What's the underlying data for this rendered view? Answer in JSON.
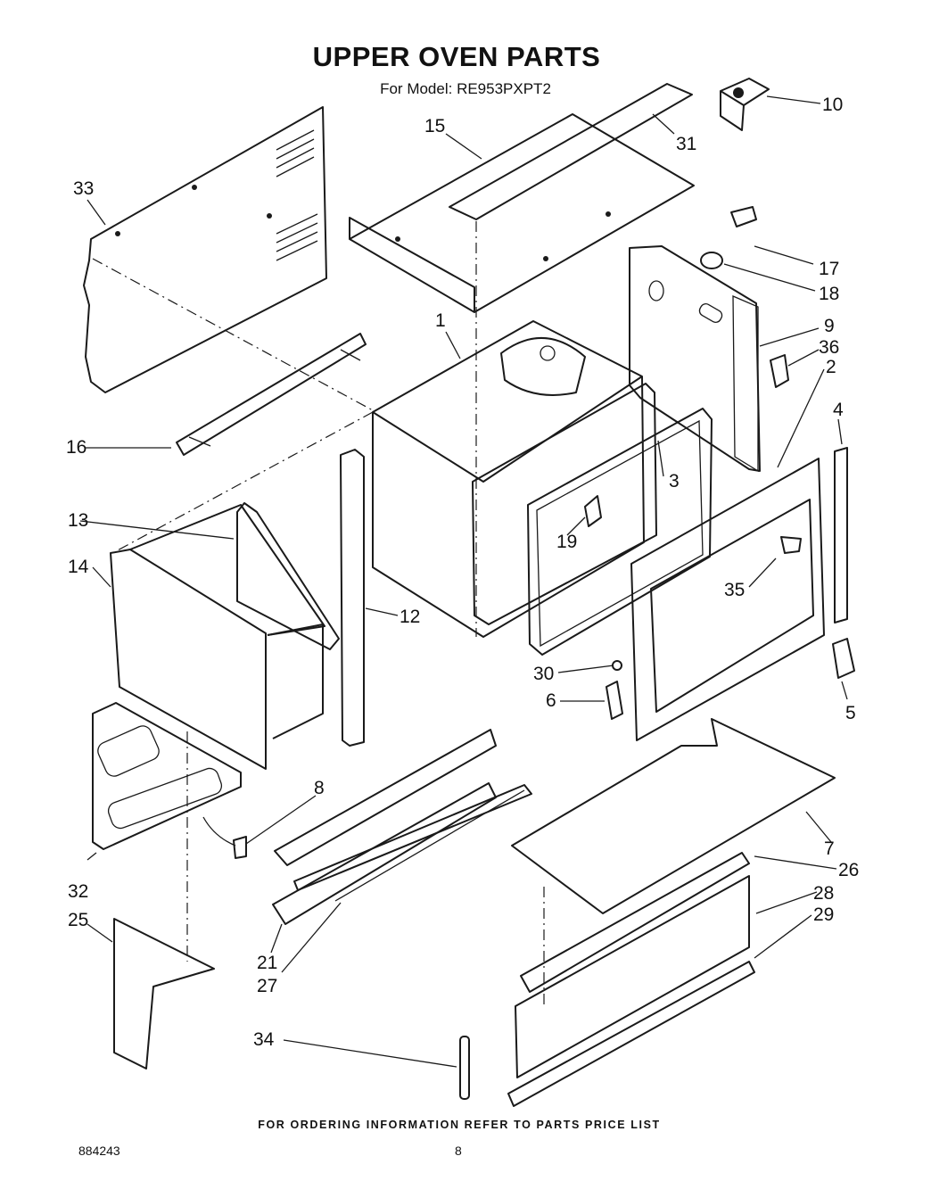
{
  "header": {
    "title": "UPPER OVEN PARTS",
    "subtitle": "For Model: RE953PXPT2"
  },
  "callouts": [
    "1",
    "2",
    "3",
    "4",
    "5",
    "6",
    "7",
    "8",
    "9",
    "10",
    "12",
    "13",
    "14",
    "15",
    "16",
    "17",
    "18",
    "19",
    "21",
    "25",
    "26",
    "27",
    "28",
    "29",
    "30",
    "31",
    "32",
    "33",
    "34",
    "35",
    "36"
  ],
  "footer": {
    "ordering_note": "FOR ORDERING INFORMATION REFER TO PARTS PRICE LIST",
    "doc_number": "884243",
    "page_number": "8"
  }
}
